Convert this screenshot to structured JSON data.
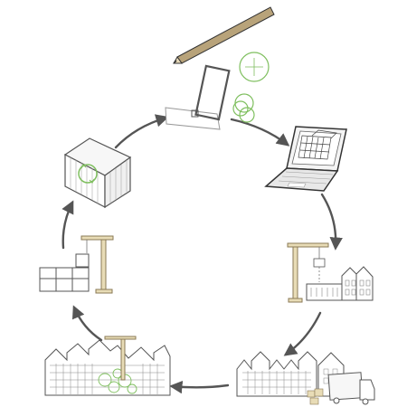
{
  "diagram": {
    "type": "cycle",
    "stages": [
      {
        "id": "sketch",
        "icon": "pencil-sketch-icon"
      },
      {
        "id": "digital-design",
        "icon": "laptop-model-icon"
      },
      {
        "id": "prefabrication",
        "icon": "crane-factory-icon"
      },
      {
        "id": "delivery",
        "icon": "truck-housing-icon"
      },
      {
        "id": "assembly",
        "icon": "crane-housing-icon"
      },
      {
        "id": "module-stacking",
        "icon": "crane-modules-icon"
      },
      {
        "id": "module-reuse",
        "icon": "container-recycle-icon"
      }
    ],
    "colors": {
      "line": "#444444",
      "arrow": "#555555",
      "pencil": "#b8a37a",
      "crane": "#c8b58a",
      "accent_green": "#7fbf5f",
      "soft_gray": "#d8d8d8"
    }
  }
}
